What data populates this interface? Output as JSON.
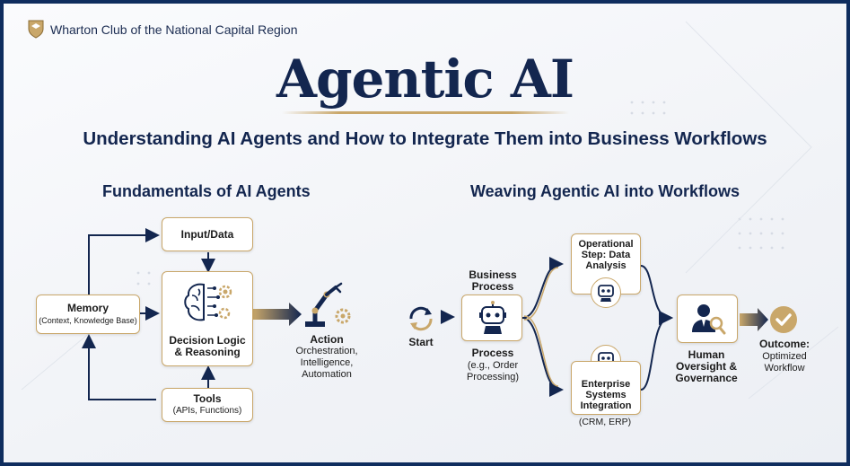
{
  "header": {
    "org": "Wharton Club of the National Capital Region"
  },
  "title": "Agentic AI",
  "subtitle": "Understanding AI Agents and How to Integrate Them into Business Workflows",
  "left": {
    "heading": "Fundamentals of AI Agents",
    "input": "Input/Data",
    "memory": {
      "title": "Memory",
      "sub": "(Context, Knowledge Base)"
    },
    "decision": {
      "line1": "Decision Logic",
      "line2": "& Reasoning"
    },
    "tools": {
      "title": "Tools",
      "sub": "(APIs, Functions)"
    },
    "action": {
      "title": "Action",
      "l1": "Orchestration,",
      "l2": "Intelligence,",
      "l3": "Automation"
    }
  },
  "right": {
    "heading": "Weaving Agentic AI into Workflows",
    "start": "Start",
    "process": {
      "top1": "Business",
      "top2": "Process",
      "title": "Process",
      "sub1": "(e.g., Order",
      "sub2": "Processing)"
    },
    "ops": {
      "l1": "Operational",
      "l2": "Step: Data",
      "l3": "Analysis"
    },
    "ent": {
      "l1": "Enterprise",
      "l2": "Systems",
      "l3": "Integration",
      "sub": "(CRM, ERP)"
    },
    "human": {
      "l1": "Human",
      "l2": "Oversight &",
      "l3": "Governance"
    },
    "outcome": {
      "title": "Outcome:",
      "l1": "Optimized",
      "l2": "Workflow"
    }
  },
  "colors": {
    "navy": "#13264f",
    "gold": "#c9a76a",
    "frame": "#0f2d5e"
  }
}
